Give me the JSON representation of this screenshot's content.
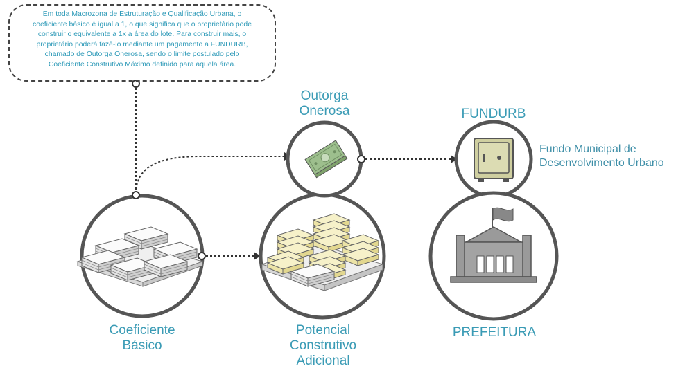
{
  "note": {
    "line1": "Em toda Macrozona de Estruturação e Qualificação Urbana, o",
    "line2": "coeficiente básico é igual a 1, o que significa que o proprietário pode",
    "line3": "construir o equivalente a 1x a área do lote. Para construir mais, o",
    "line4": "proprietário poderá fazê-lo mediante um pagamento a FUNDURB,",
    "line5": "chamado de Outorga Onerosa, sendo o limite postulado pelo",
    "line6": "Coeficiente Construtivo Máximo definido para aquela área."
  },
  "labels": {
    "outorga_1": "Outorga",
    "outorga_2": "Onerosa",
    "fundurb": "FUNDURB",
    "fundo_1": "Fundo Municipal de",
    "fundo_2": "Desenvolvimento Urbano",
    "coef_1": "Coeficiente",
    "coef_2": "Básico",
    "pot_1": "Potencial",
    "pot_2": "Construtivo",
    "pot_3": "Adicional",
    "prefeitura": "PREFEITURA"
  },
  "colors": {
    "text_blue": "#3a9bb5",
    "ring": "#555555",
    "building_yellow": "#f3edbd",
    "building_white": "#f7f7f7",
    "money_green": "#9bbd8c",
    "safe_olive": "#c9ca9a"
  },
  "icons": [
    "building-blocks-low-icon",
    "building-blocks-tall-icon",
    "money-bill-icon",
    "safe-icon",
    "city-hall-icon"
  ]
}
